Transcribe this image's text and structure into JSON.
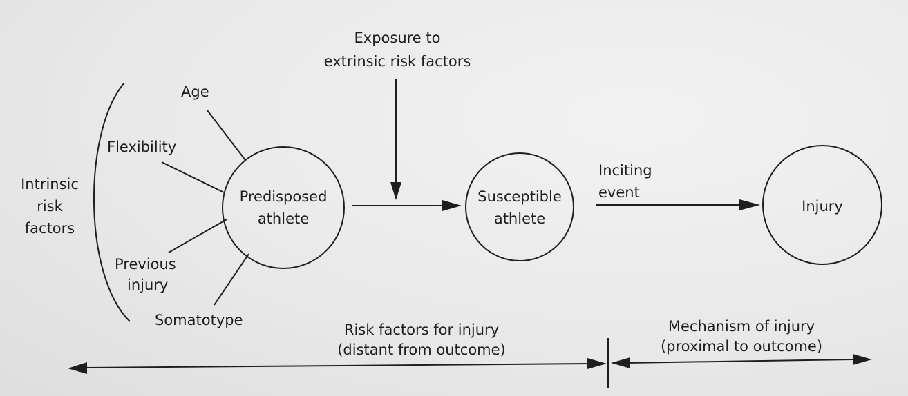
{
  "intrinsic_label": [
    "Intrinsic",
    "risk",
    "factors"
  ],
  "factors": {
    "age": "Age",
    "flexibility": "Flexibility",
    "previous_injury": [
      "Previous",
      "injury"
    ],
    "somatotype": "Somatotype"
  },
  "exposure": [
    "Exposure to",
    "extrinsic risk factors"
  ],
  "nodes": {
    "predisposed": [
      "Predisposed",
      "athlete"
    ],
    "susceptible": [
      "Susceptible",
      "athlete"
    ],
    "injury": "Injury"
  },
  "inciting_event": [
    "Inciting",
    "event"
  ],
  "timeline": {
    "risk_factors": [
      "Risk factors for injury",
      "(distant from outcome)"
    ],
    "mechanism": [
      "Mechanism of injury",
      "(proximal to outcome)"
    ]
  }
}
